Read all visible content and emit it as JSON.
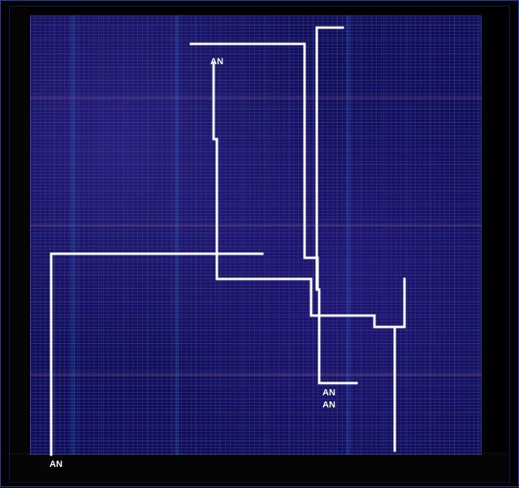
{
  "layout_view": {
    "labels": [
      {
        "text": "AN"
      },
      {
        "text": "AN"
      },
      {
        "text": "AN"
      },
      {
        "text": "AN"
      }
    ],
    "colors": {
      "background": "#000000",
      "chip_fill": "#0f0f56",
      "trace": "#ffffff",
      "border": "#2b3f9c"
    }
  }
}
